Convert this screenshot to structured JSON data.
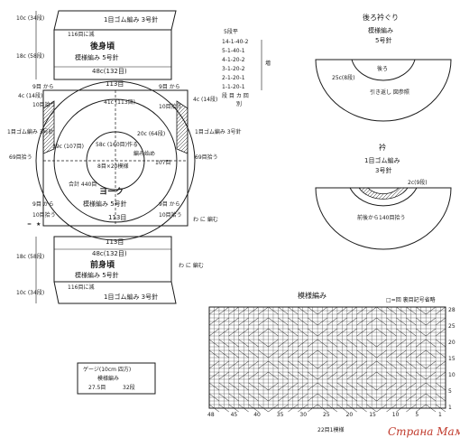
{
  "back_body": {
    "top_rib": "1目ゴム編み 3号針",
    "decrease_note": "116目に減",
    "title": "後身頃",
    "pattern": "模様編み 5号針",
    "width_label": "48c(132目)",
    "bottom_count": "113目",
    "height_rib": "10c (34段)",
    "height_body": "18c (58段)"
  },
  "yoke": {
    "outer_width": "41c (113目)",
    "inner_width": "58c (160目)作る",
    "inner_note": "8目×20模様",
    "ring_width": "20c (64段)",
    "pattern_note": "編み始め",
    "side_count": "107目",
    "title": "ヨーク",
    "pattern": "模様編み 5号針",
    "bottom_count": "113目",
    "left_39": "39c (107目)",
    "total_count": "合計 440目",
    "left_top_a": "4c (14段)",
    "left_top_b": "9目 から",
    "left_top_c": "10目拾う",
    "left_bot_b": "9目 から",
    "left_bot_c": "10目拾う",
    "right_top_b": "9目 から",
    "right_top_c": "10目拾う",
    "right_bot_b": "9目 から",
    "right_bot_c": "10目拾う",
    "left_side_rib": "1目ゴム編み 3号針",
    "left_pickup": "69目拾う",
    "right_side_rib": "1目ゴム編み 3号針",
    "right_pickup": "69目拾う",
    "right_4c": "4c (14段)",
    "left_mark_a": "=",
    "left_mark_b": "★",
    "right_mark": "わ に 編む"
  },
  "front_body": {
    "top_count": "113目",
    "width_label": "48c(132目)",
    "title": "前身頃",
    "pattern": "模様編み 5号針",
    "increase_note": "116目に減",
    "bottom_rib": "1目ゴム編み 3号針",
    "height_body": "18c (58段)",
    "height_rib": "10c (34段)",
    "side_note": "わ に 編む"
  },
  "gauge": {
    "title": "ゲージ(10cm 四方)",
    "pattern": "模様編み",
    "stitches": "27.5目",
    "rows": "32段"
  },
  "decrease_table": {
    "header": "5段平",
    "rows": [
      "14-1-40-2",
      "5-1-40-1",
      "4-1-20-2",
      "3-1-20-2",
      "2-1-20-1",
      "1-1-20-1"
    ],
    "footer": "段 目 カ 回",
    "side": "増",
    "footer2": "別"
  },
  "back_neck": {
    "title": "後ろ衿ぐり",
    "pattern": "模様編み",
    "needle": "5号針",
    "left_label": "25c(8段)",
    "center_label": "後ろ",
    "bind_note": "引き返し 図参照"
  },
  "collar": {
    "title": "衿",
    "rib": "1目ゴム編み",
    "needle": "3号針",
    "right_label": "2c(9段)",
    "pickup": "前後から140目拾う"
  },
  "chart": {
    "title": "模様編み",
    "legend": "□=回 裏目記号省略",
    "bottom_labels": [
      "48",
      "45",
      "40",
      "35",
      "30",
      "25",
      "20",
      "15",
      "10",
      "5",
      "1"
    ],
    "right_labels": [
      "28",
      "25",
      "20",
      "15",
      "10",
      "5",
      "1"
    ],
    "repeat_note": "22目1模様"
  },
  "watermark": "Страна Мам"
}
